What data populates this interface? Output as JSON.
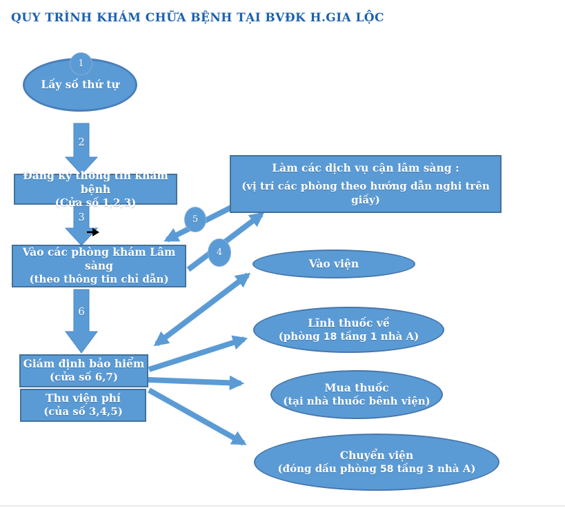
{
  "page": {
    "title": "QUY TRÌNH KHÁM CHỮA BỆNH TẠI BVĐK H.GIA LỘC"
  },
  "colors": {
    "shape_fill": "#5b9bd5",
    "shape_border": "#41719c",
    "title_text": "#1c61ae",
    "shape_text": "#ffffff"
  },
  "flow": {
    "start": {
      "badge": "1",
      "label": "Lấy số thứ tự"
    },
    "arrow2_label": "2",
    "register": {
      "line1": "Đăng ký thông tin khám bệnh",
      "line2": "(Cửa số 1,2,3)"
    },
    "arrow3_label": "3",
    "clinic": {
      "line1": "Vào các phòng khám Lâm sàng",
      "line2": "(theo thông tin chỉ dẫn)"
    },
    "paraclinical": {
      "line1": "Làm các dịch vụ cận lâm sàng :",
      "line2": "(vị trí các phòng theo hướng dẫn nghi trên giấy)"
    },
    "arrow4_label": "4",
    "arrow5_label": "5",
    "arrow6_label": "6",
    "insurance": {
      "line1": "Giám định bảo hiểm",
      "line2": "(cửa số 6,7)"
    },
    "fee": {
      "line1": "Thu viện phí",
      "line2": "(của số 3,4,5)"
    },
    "admit": {
      "label": "Vào viện"
    },
    "pickup": {
      "line1": "Lĩnh thuốc về",
      "line2a": "(phòng ",
      "line2b": "18",
      "line2c": " tầng ",
      "line2d": "1",
      "line2e": " nhà A)"
    },
    "buy": {
      "line1": "Mua thuốc",
      "line2": "(tại nhà thuốc bênh viện)"
    },
    "transfer": {
      "line1": "Chuyển viện",
      "line2a": "(đóng dấu phòng ",
      "line2b": "58",
      "line2c": " tầng ",
      "line2d": "3",
      "line2e": " nhà A)"
    }
  }
}
